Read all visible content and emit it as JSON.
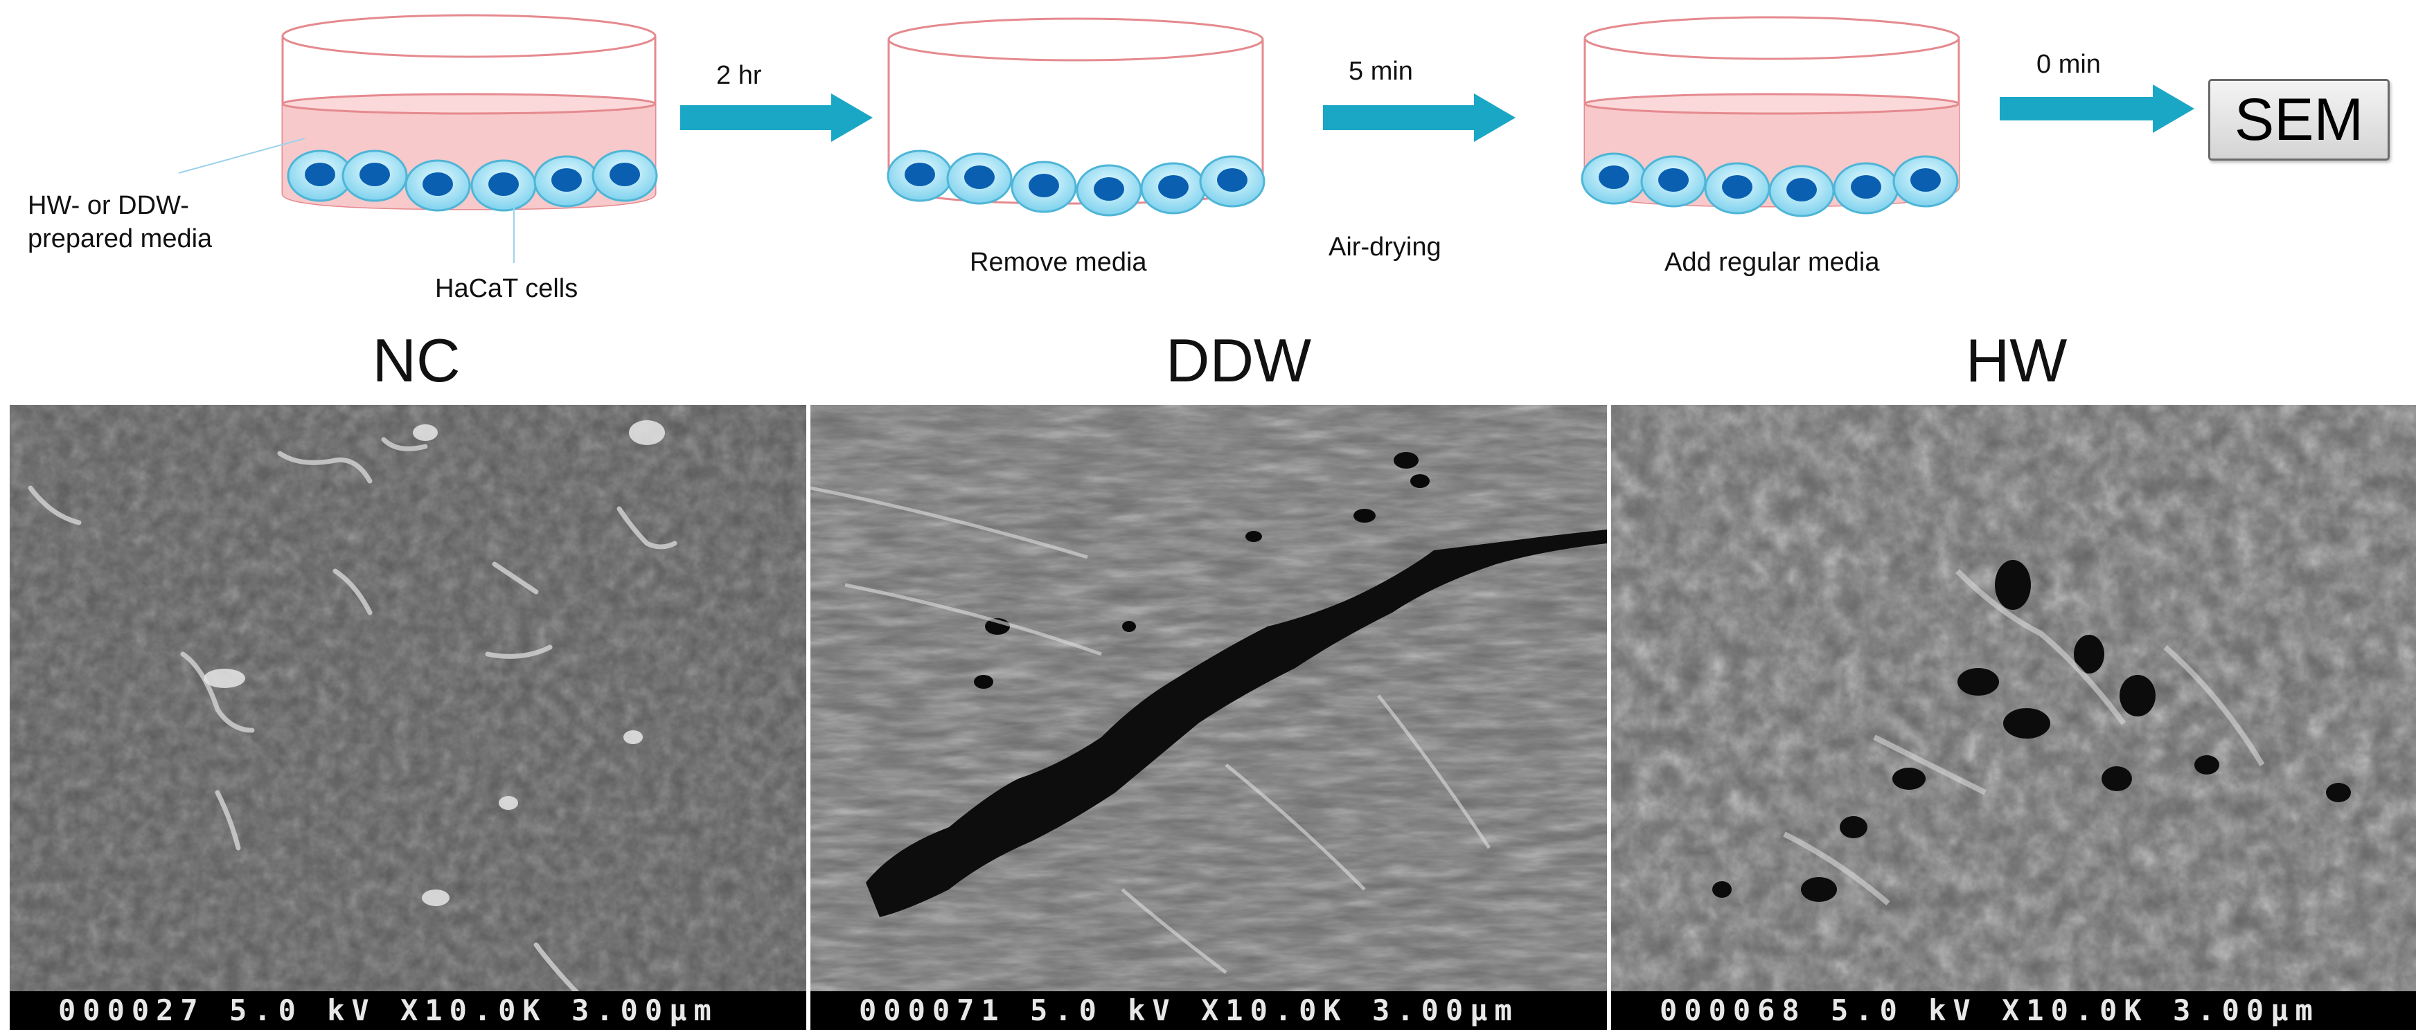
{
  "schematic": {
    "step1": {
      "media_label_line1": "HW- or DDW-",
      "media_label_line2": "prepared media",
      "cells_label": "HaCaT cells",
      "arrow_label": "2 hr"
    },
    "step2": {
      "caption": "Remove media",
      "arrow_label": "5 min",
      "arrow_caption": "Air-drying"
    },
    "step3": {
      "caption": "Add regular media",
      "arrow_label": "0 min"
    },
    "sem_label": "SEM",
    "colors": {
      "arrow": "#1aa7c5",
      "media": "#f6c7c9",
      "dish_outline": "#e07b80",
      "cell_body": "#a8e6f6",
      "cell_nucleus": "#0a63b8"
    }
  },
  "panels": [
    {
      "title": "NC",
      "info_bar": "000027 5.0 kV X10.0K 3.00μm"
    },
    {
      "title": "DDW",
      "info_bar": "000071 5.0 kV X10.0K 3.00μm"
    },
    {
      "title": "HW",
      "info_bar": "000068 5.0 kV X10.0K 3.00μm"
    }
  ]
}
